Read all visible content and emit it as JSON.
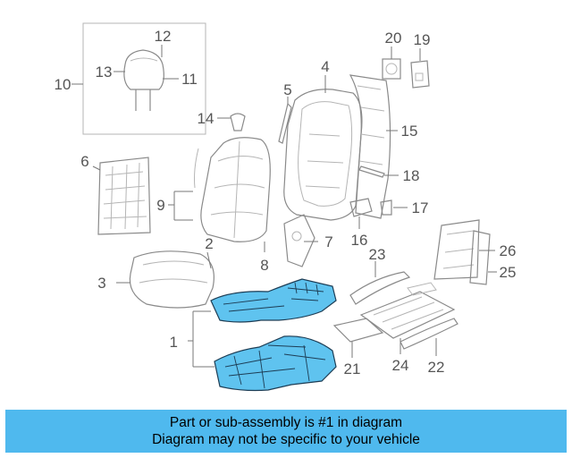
{
  "callouts": {
    "c1": "1",
    "c2": "2",
    "c3": "3",
    "c4": "4",
    "c5": "5",
    "c6": "6",
    "c7": "7",
    "c8": "8",
    "c9": "9",
    "c10": "10",
    "c11": "11",
    "c12": "12",
    "c13": "13",
    "c14": "14",
    "c15": "15",
    "c16": "16",
    "c17": "17",
    "c18": "18",
    "c19": "19",
    "c20": "20",
    "c21": "21",
    "c22": "22",
    "c23": "23",
    "c24": "24",
    "c25": "25",
    "c26": "26"
  },
  "banner": {
    "line1": "Part or sub-assembly is #1 in diagram",
    "line2": "Diagram may not be specific to your vehicle"
  },
  "colors": {
    "highlight": "#5fc3ef",
    "banner": "#4fb9ee"
  }
}
